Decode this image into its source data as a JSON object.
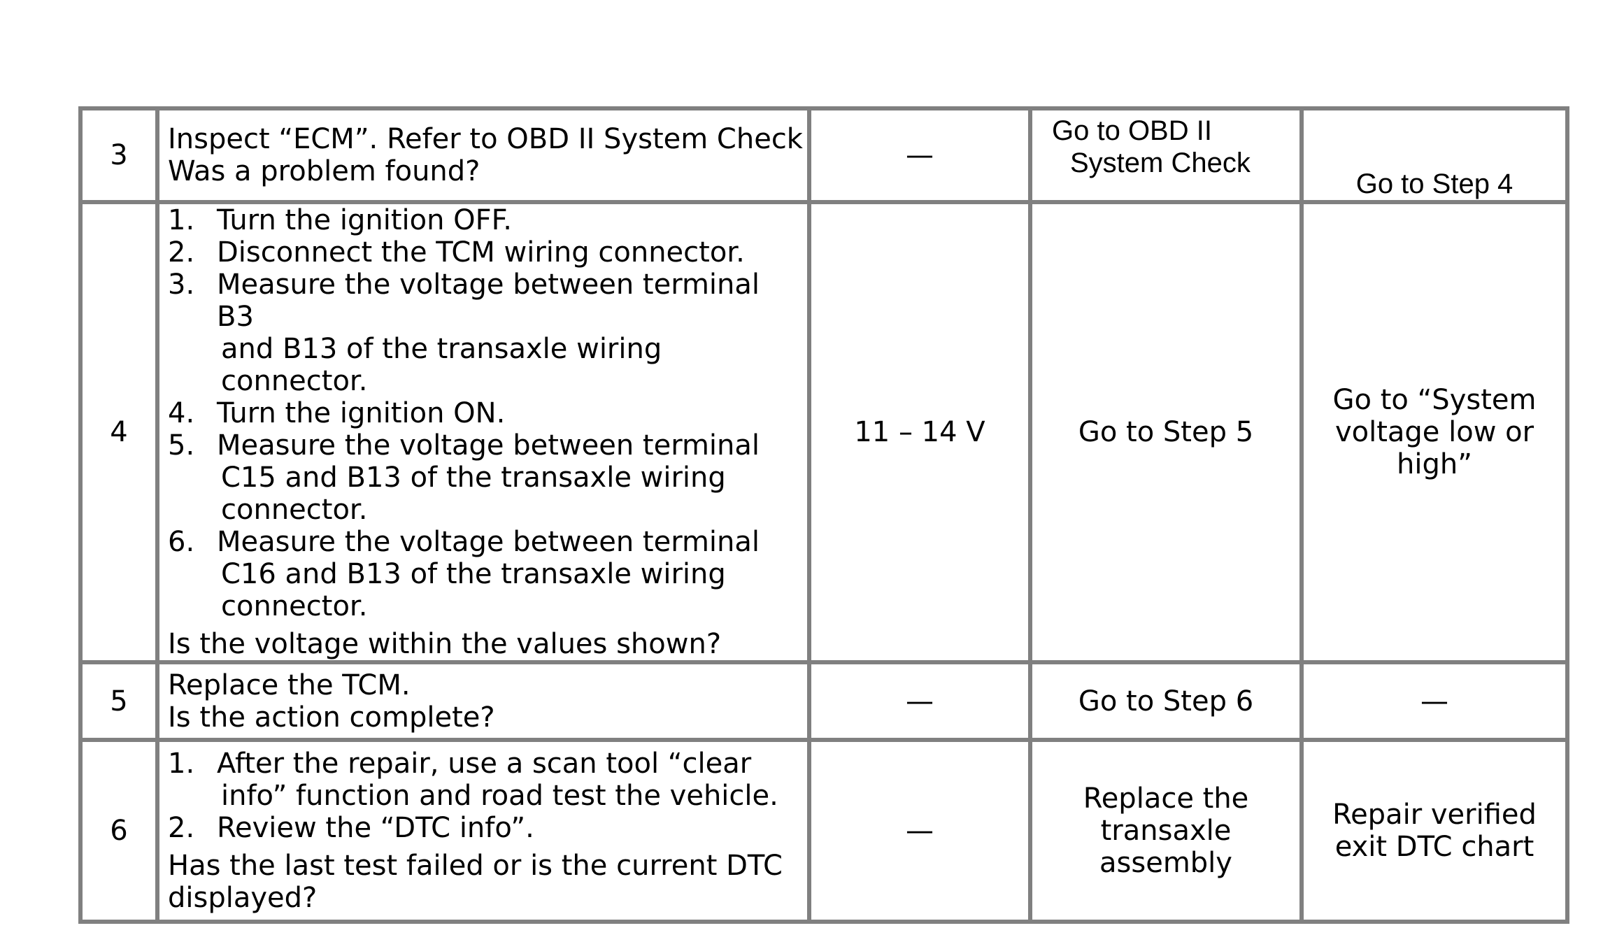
{
  "rows": [
    {
      "step": "3",
      "action_lines": [
        "Inspect “ECM”. Refer to OBD II System Check"
      ],
      "question": "Was a problem found?",
      "value": "—",
      "yes": [
        "Go to OBD II",
        "System Check"
      ],
      "no": "Go to Step 4"
    },
    {
      "step": "4",
      "items": [
        {
          "num": "1.",
          "lines": [
            "Turn the ignition OFF."
          ]
        },
        {
          "num": "2.",
          "lines": [
            "Disconnect the TCM wiring connector."
          ]
        },
        {
          "num": "3.",
          "lines": [
            "Measure the voltage between terminal B3",
            "and B13 of the transaxle wiring",
            "connector."
          ]
        },
        {
          "num": "4.",
          "lines": [
            "Turn the ignition ON."
          ]
        },
        {
          "num": "5.",
          "lines": [
            "Measure the voltage between terminal",
            "C15 and B13 of the transaxle wiring",
            "connector."
          ]
        },
        {
          "num": "6.",
          "lines": [
            "Measure the voltage between terminal",
            "C16 and B13 of the transaxle wiring",
            "connector."
          ]
        }
      ],
      "question": "Is the voltage within the values shown?",
      "value": "11 – 14 V",
      "yes": "Go to Step 5",
      "no": [
        "Go to “System",
        "voltage low or",
        "high”"
      ]
    },
    {
      "step": "5",
      "action_lines": [
        "Replace the TCM."
      ],
      "question": "Is the action complete?",
      "value": "—",
      "yes": "Go to Step 6",
      "no": "—"
    },
    {
      "step": "6",
      "items": [
        {
          "num": "1.",
          "lines": [
            "After the repair, use a scan tool “clear",
            "info” function and road test the vehicle."
          ]
        },
        {
          "num": "2.",
          "lines": [
            "Review the “DTC info”."
          ]
        }
      ],
      "question_lines": [
        "Has the last test failed or is the current DTC",
        "displayed?"
      ],
      "value": "—",
      "yes": [
        "Replace the",
        "transaxle",
        "assembly"
      ],
      "no": [
        "Repair verified",
        "exit DTC chart"
      ]
    }
  ]
}
